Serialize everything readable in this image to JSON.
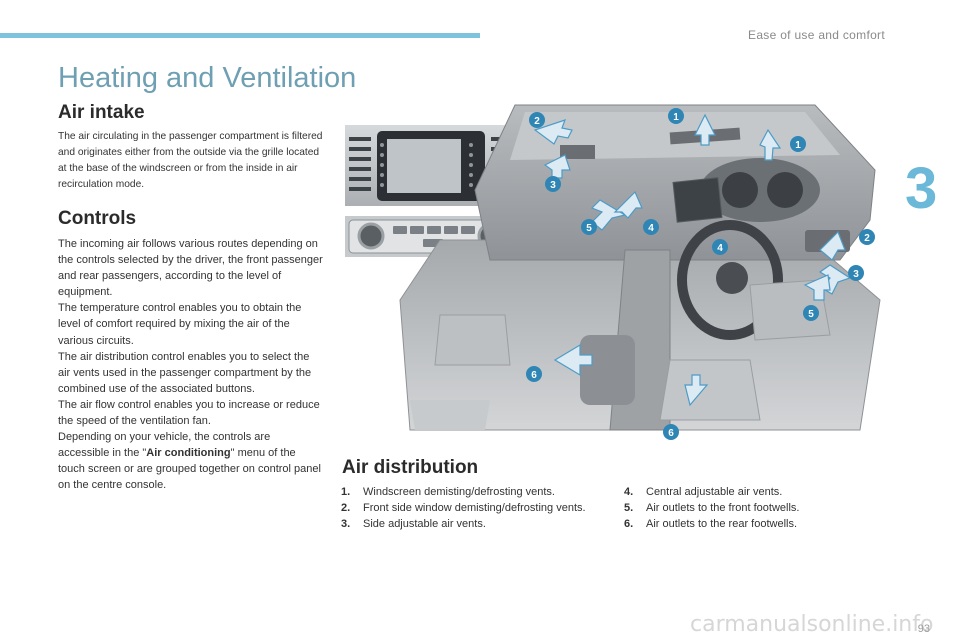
{
  "header": {
    "section": "Ease of use and comfort",
    "chapter": "3"
  },
  "page": {
    "title": "Heating and Ventilation",
    "number": "93"
  },
  "intake": {
    "heading": "Air intake",
    "text": "The air circulating in the passenger compartment is filtered and originates either from the outside via the grille located at the base of the windscreen or from the inside in air recirculation mode."
  },
  "controls": {
    "heading": "Controls",
    "lines": [
      "The incoming air follows various routes depending on the controls selected by the driver, the front passenger and rear passengers, according to the level of equipment.",
      "The temperature control enables you to obtain the level of comfort required by mixing the air of the various circuits.",
      "The air distribution control enables you to select the air vents used in the passenger compartment by the combined use of the associated buttons.",
      "The air flow control enables you to increase or reduce the speed of the ventilation fan."
    ],
    "last_pre": "Depending on your vehicle, the controls are accessible in the \"",
    "last_bold": "Air conditioning",
    "last_post": "\" menu of the touch screen or are grouped together on control panel on the centre console."
  },
  "distribution": {
    "heading": "Air distribution",
    "items": [
      {
        "num": "1.",
        "text": "Windscreen demisting/defrosting vents."
      },
      {
        "num": "2.",
        "text": "Front side window demisting/defrosting vents."
      },
      {
        "num": "3.",
        "text": "Side adjustable air vents."
      },
      {
        "num": "4.",
        "text": "Central adjustable air vents."
      },
      {
        "num": "5.",
        "text": "Air outlets to the front footwells."
      },
      {
        "num": "6.",
        "text": "Air outlets to the rear footwells."
      }
    ]
  },
  "diagram": {
    "markers": [
      "2",
      "1",
      "1",
      "3",
      "4",
      "5",
      "4",
      "2",
      "3",
      "5",
      "6",
      "6"
    ]
  },
  "watermark": "carmanualsonline.info",
  "colors": {
    "accent": "#6cb8d8",
    "marker": "#2f86b5",
    "title": "#6e9fb3"
  }
}
